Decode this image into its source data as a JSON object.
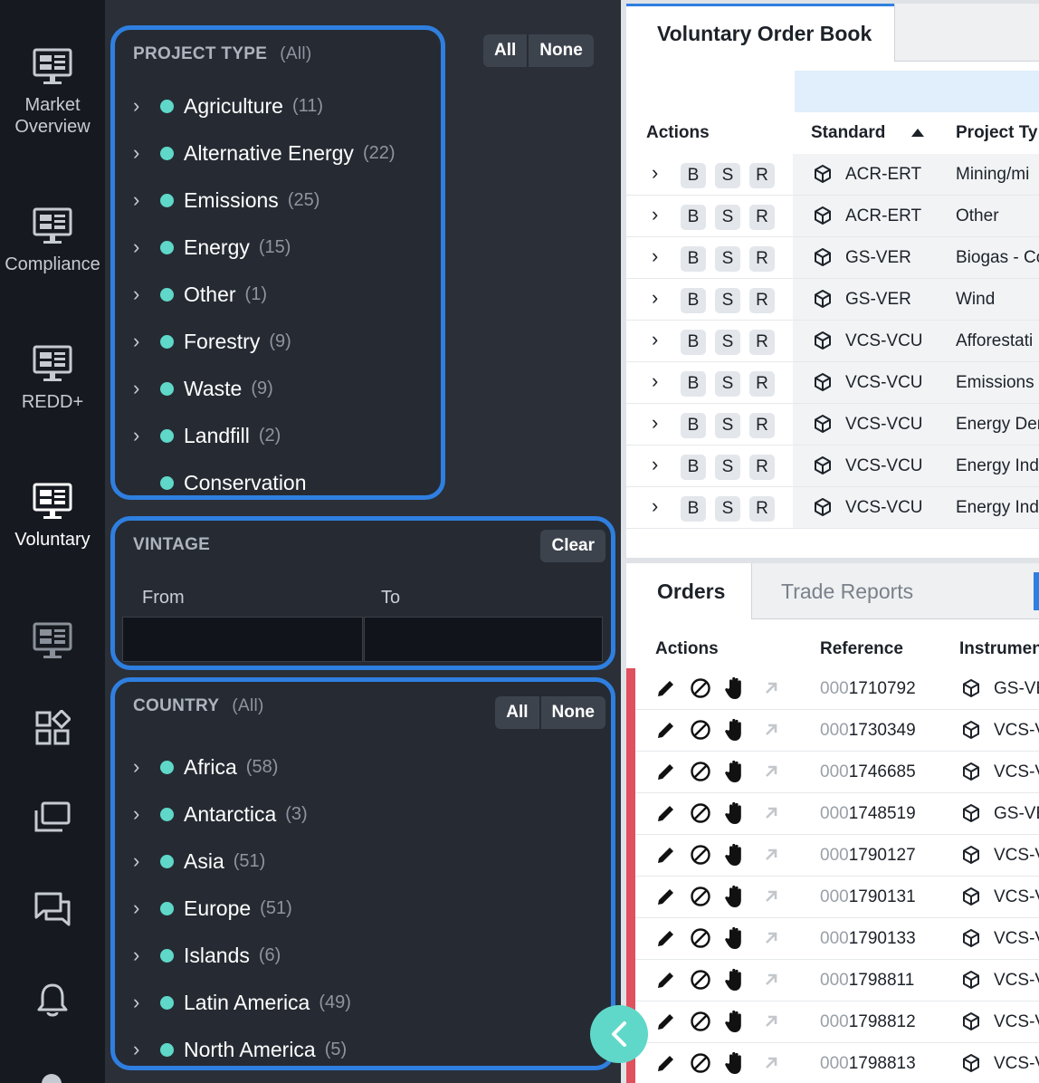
{
  "nav": {
    "items": [
      {
        "label": "Market\nOverview",
        "icon": "monitor-icon"
      },
      {
        "label": "Compliance",
        "icon": "monitor-icon"
      },
      {
        "label": "REDD+",
        "icon": "monitor-icon"
      },
      {
        "label": "Voluntary",
        "icon": "monitor-icon",
        "active": true
      }
    ],
    "extra_icons": [
      "monitor-icon",
      "widgets-icon",
      "windows-icon",
      "chat-icon",
      "bell-icon"
    ]
  },
  "project_type": {
    "title": "PROJECT TYPE",
    "subtitle": "(All)",
    "all_label": "All",
    "none_label": "None",
    "items": [
      {
        "name": "Agriculture",
        "count": "(11)"
      },
      {
        "name": "Alternative Energy",
        "count": "(22)"
      },
      {
        "name": "Emissions",
        "count": "(25)"
      },
      {
        "name": "Energy",
        "count": "(15)"
      },
      {
        "name": "Other",
        "count": "(1)"
      },
      {
        "name": "Forestry",
        "count": "(9)"
      },
      {
        "name": "Waste",
        "count": "(9)"
      },
      {
        "name": "Landfill",
        "count": "(2)"
      },
      {
        "name": "Conservation",
        "count": ""
      }
    ]
  },
  "vintage": {
    "title": "VINTAGE",
    "clear_label": "Clear",
    "from_label": "From",
    "to_label": "To"
  },
  "country": {
    "title": "COUNTRY",
    "subtitle": "(All)",
    "all_label": "All",
    "none_label": "None",
    "items": [
      {
        "name": "Africa",
        "count": "(58)"
      },
      {
        "name": "Antarctica",
        "count": "(3)"
      },
      {
        "name": "Asia",
        "count": "(51)"
      },
      {
        "name": "Europe",
        "count": "(51)"
      },
      {
        "name": "Islands",
        "count": "(6)"
      },
      {
        "name": "Latin America",
        "count": "(49)"
      },
      {
        "name": "North America",
        "count": "(5)"
      }
    ]
  },
  "order_book": {
    "tab_label": "Voluntary Order Book",
    "columns": {
      "actions": "Actions",
      "standard": "Standard",
      "project_type": "Project Ty"
    },
    "action_labels": {
      "buy": "B",
      "sell": "S",
      "rfq": "R"
    },
    "rows": [
      {
        "standard": "ACR-ERT",
        "project_type": "Mining/mi"
      },
      {
        "standard": "ACR-ERT",
        "project_type": "Other"
      },
      {
        "standard": "GS-VER",
        "project_type": "Biogas - Co"
      },
      {
        "standard": "GS-VER",
        "project_type": "Wind"
      },
      {
        "standard": "VCS-VCU",
        "project_type": "Afforestati"
      },
      {
        "standard": "VCS-VCU",
        "project_type": "Emissions"
      },
      {
        "standard": "VCS-VCU",
        "project_type": "Energy Den"
      },
      {
        "standard": "VCS-VCU",
        "project_type": "Energy Indu"
      },
      {
        "standard": "VCS-VCU",
        "project_type": "Energy Indu"
      }
    ]
  },
  "orders": {
    "tabs": {
      "orders": "Orders",
      "trade_reports": "Trade Reports"
    },
    "columns": {
      "actions": "Actions",
      "reference": "Reference",
      "instrument": "Instrumen"
    },
    "rows": [
      {
        "ref_prefix": "000",
        "ref": "1710792",
        "instrument": "GS-VE"
      },
      {
        "ref_prefix": "000",
        "ref": "1730349",
        "instrument": "VCS-V"
      },
      {
        "ref_prefix": "000",
        "ref": "1746685",
        "instrument": "VCS-V"
      },
      {
        "ref_prefix": "000",
        "ref": "1748519",
        "instrument": "GS-VE"
      },
      {
        "ref_prefix": "000",
        "ref": "1790127",
        "instrument": "VCS-V"
      },
      {
        "ref_prefix": "000",
        "ref": "1790131",
        "instrument": "VCS-V"
      },
      {
        "ref_prefix": "000",
        "ref": "1790133",
        "instrument": "VCS-V"
      },
      {
        "ref_prefix": "000",
        "ref": "1798811",
        "instrument": "VCS-V"
      },
      {
        "ref_prefix": "000",
        "ref": "1798812",
        "instrument": "VCS-V"
      },
      {
        "ref_prefix": "000",
        "ref": "1798813",
        "instrument": "VCS-V"
      }
    ]
  },
  "colors": {
    "accent": "#2f7fe0",
    "teal": "#5fd8c9",
    "status_red": "#e0505e"
  }
}
